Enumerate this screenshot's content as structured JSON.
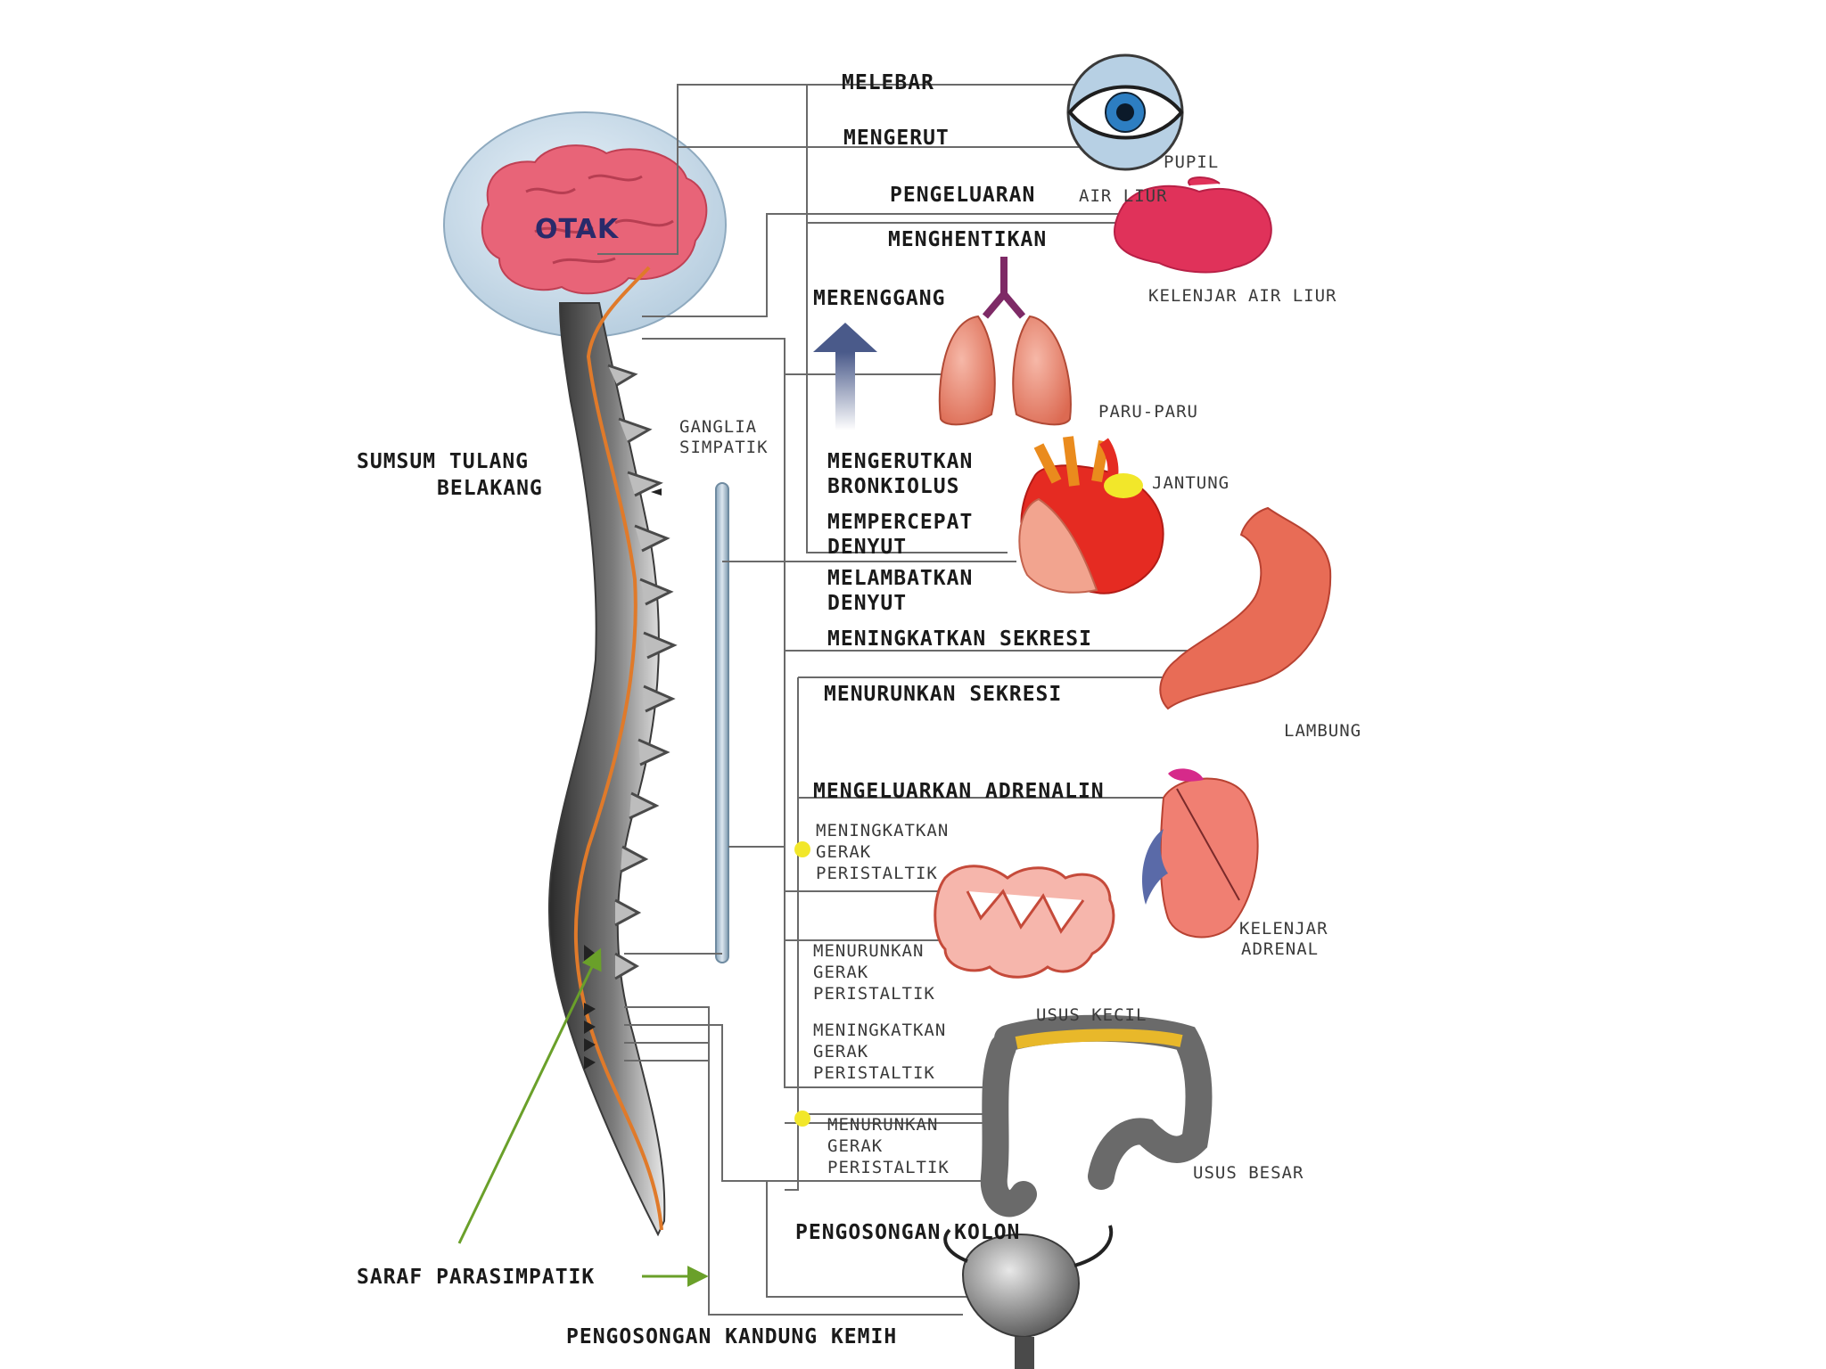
{
  "labels": {
    "otak": "OTAK",
    "sumsum_line1": "SUMSUM TULANG",
    "sumsum_line2": "BELAKANG",
    "ganglia_line1": "GANGLIA",
    "ganglia_line2": "SIMPATIK",
    "saraf_parasimpatik": "SARAF PARASIMPATIK",
    "pengosongan_kandung_kemih": "PENGOSONGAN KANDUNG KEMIH",
    "pengosongan_kolon": "PENGOSONGAN KOLON"
  },
  "actions": {
    "melebar": "MELEBAR",
    "mengerut": "MENGERUT",
    "pengeluaran": "PENGELUARAN",
    "air_liur_small": "AIR LIUR",
    "menghentikan": "MENGHENTIKAN",
    "merenggang": "MERENGGANG",
    "mengerutkan_1": "MENGERUTKAN",
    "mengerutkan_2": "BRONKIOLUS",
    "mempercepat_1": "MEMPERCEPAT",
    "mempercepat_2": "DENYUT",
    "melambatkan_1": "MELAMBATKAN",
    "melambatkan_2": "DENYUT",
    "meningkatkan_sekresi": "MENINGKATKAN SEKRESI",
    "menurunkan_sekresi": "MENURUNKAN SEKRESI",
    "mengeluarkan_adrenalin": "MENGELUARKAN ADRENALIN",
    "peristaltik_a": [
      "MENINGKATKAN",
      "GERAK",
      "PERISTALTIK"
    ],
    "peristaltik_b": [
      "MENURUNKAN",
      "GERAK",
      "PERISTALTIK"
    ],
    "peristaltik_c": [
      "MENINGKATKAN",
      "GERAK",
      "PERISTALTIK"
    ],
    "peristaltik_d": [
      "MENURUNKAN",
      "GERAK",
      "PERISTALTIK"
    ]
  },
  "organs": {
    "pupil": "PUPIL",
    "kelenjar_air_liur": "KELENJAR AIR LIUR",
    "paru_paru": "PARU-PARU",
    "jantung": "JANTUNG",
    "lambung": "LAMBUNG",
    "kelenjar_adrenal_1": "KELENJAR",
    "kelenjar_adrenal_2": "ADRENAL",
    "usus_kecil": "USUS KECIL",
    "usus_besar": "USUS BESAR"
  },
  "colors": {
    "nerve_orange": "#e07a2a",
    "sympathetic_blue": "#9fb8cc",
    "arrow_green": "#6aa02a",
    "organ_red": "#e0392a",
    "organ_pink": "#ee8e7e"
  }
}
